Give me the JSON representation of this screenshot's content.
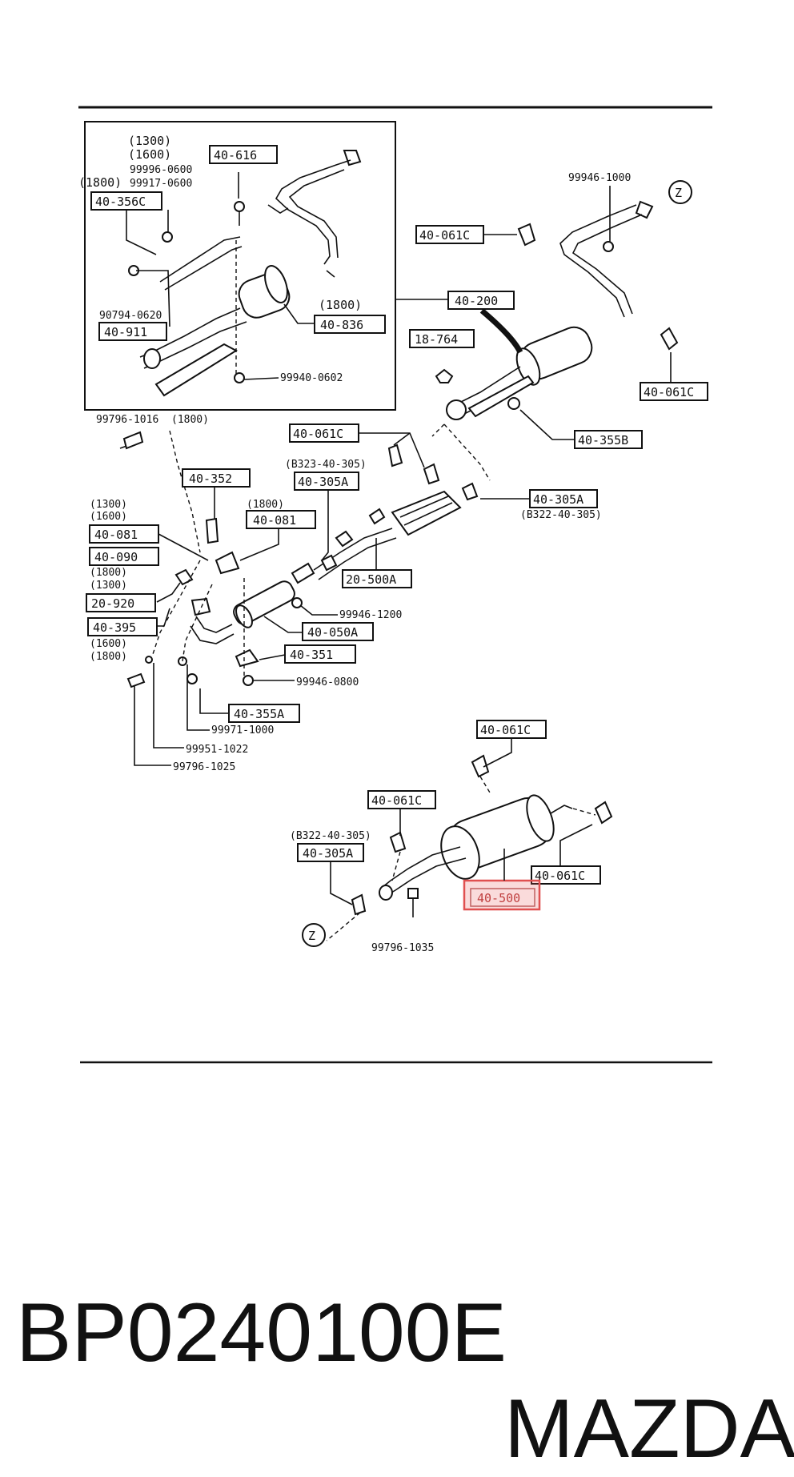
{
  "labels": {
    "l_40_616": "40-616",
    "l_1300": "(1300)",
    "l_1600": "(1600)",
    "l_99996": "99996-0600",
    "l_1800a": "(1800)",
    "l_99917": "99917-0600",
    "l_40_356c": "40-356C",
    "l_90794": "90794-0620",
    "l_40_911": "40-911",
    "l_1800b": "(1800)",
    "l_40_836": "40-836",
    "l_99940": "99940-0602",
    "l_40_200": "40-200",
    "l_99946_1000": "99946-1000",
    "l_z_top": "Z",
    "l_40_061c_a": "40-061C",
    "l_18_764": "18-764",
    "l_40_061c_b": "40-061C",
    "l_99796_1016": "99796-1016",
    "l_1800c": "(1800)",
    "l_40_061c_c": "40-061C",
    "l_40_355b": "40-355B",
    "l_b323": "(B323-40-305)",
    "l_40_305a_a": "40-305A",
    "l_40_352": "40-352",
    "l_1800d": "(1800)",
    "l_40_081_a": "40-081",
    "l_1300b": "(1300)",
    "l_1600b": "(1600)",
    "l_40_081_b": "40-081",
    "l_40_090": "40-090",
    "l_1800e": "(1800)",
    "l_1300c": "(1300)",
    "l_20_920": "20-920",
    "l_40_395": "40-395",
    "l_1600c": "(1600)",
    "l_1800f": "(1800)",
    "l_40_305a_b": "40-305A",
    "l_b322a": "(B322-40-305)",
    "l_20_500a": "20-500A",
    "l_99946_1200": "99946-1200",
    "l_40_050a": "40-050A",
    "l_40_351": "40-351",
    "l_99946_0800": "99946-0800",
    "l_40_355a": "40-355A",
    "l_99971": "99971-1000",
    "l_99951": "99951-1022",
    "l_99796_1025": "99796-1025",
    "l_40_061c_d": "40-061C",
    "l_40_061c_e": "40-061C",
    "l_b322b": "(B322-40-305)",
    "l_40_305a_c": "40-305A",
    "l_40_061c_f": "40-061C",
    "l_40_500": "40-500",
    "l_z_bottom": "Z",
    "l_99796_1035": "99796-1035"
  },
  "highlight": {
    "part": "40-500",
    "color": "#e05050"
  },
  "footer": {
    "part_number": "BP0240100E",
    "brand": "MAZDA"
  }
}
